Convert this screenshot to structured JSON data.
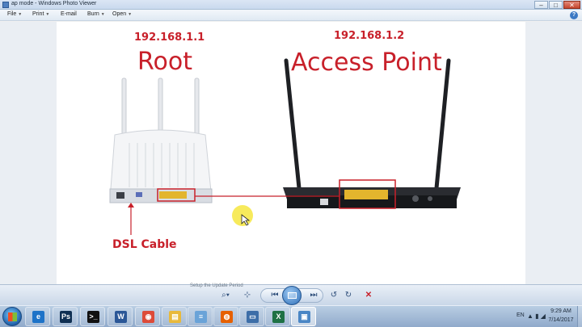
{
  "window": {
    "title": "ap mode - Windows Photo Viewer"
  },
  "menu": {
    "file": "File",
    "print": "Print",
    "email": "E-mail",
    "burn": "Burn",
    "open": "Open"
  },
  "photo": {
    "root_ip": "192.168.1.1",
    "root_label": "Root",
    "ap_ip": "192.168.1.2",
    "ap_label": "Access Point",
    "dsl_label": "DSL Cable",
    "annotation_color": "#c8202a"
  },
  "controls": {
    "caption": "Setup the Update Period"
  },
  "taskbar": {
    "apps": [
      {
        "name": "internet-explorer-icon",
        "glyph": "e",
        "color": "#1e73c8"
      },
      {
        "name": "photoshop-icon",
        "glyph": "Ps",
        "color": "#0f2f52"
      },
      {
        "name": "command-prompt-icon",
        "glyph": ">_",
        "color": "#111111"
      },
      {
        "name": "word-icon",
        "glyph": "W",
        "color": "#2b5797"
      },
      {
        "name": "chrome-icon",
        "glyph": "◉",
        "color": "#dd4b39"
      },
      {
        "name": "file-explorer-icon",
        "glyph": "▤",
        "color": "#e8b93c"
      },
      {
        "name": "notepad-icon",
        "glyph": "≡",
        "color": "#6aa3d8"
      },
      {
        "name": "firefox-icon",
        "glyph": "◍",
        "color": "#e66000"
      },
      {
        "name": "window-icon",
        "glyph": "▭",
        "color": "#3d6ea8"
      },
      {
        "name": "excel-icon",
        "glyph": "X",
        "color": "#1e7145"
      },
      {
        "name": "photo-viewer-icon",
        "glyph": "▣",
        "color": "#4a86c5"
      }
    ],
    "lang": "EN",
    "time": "9:29 AM",
    "date": "7/14/2017"
  }
}
